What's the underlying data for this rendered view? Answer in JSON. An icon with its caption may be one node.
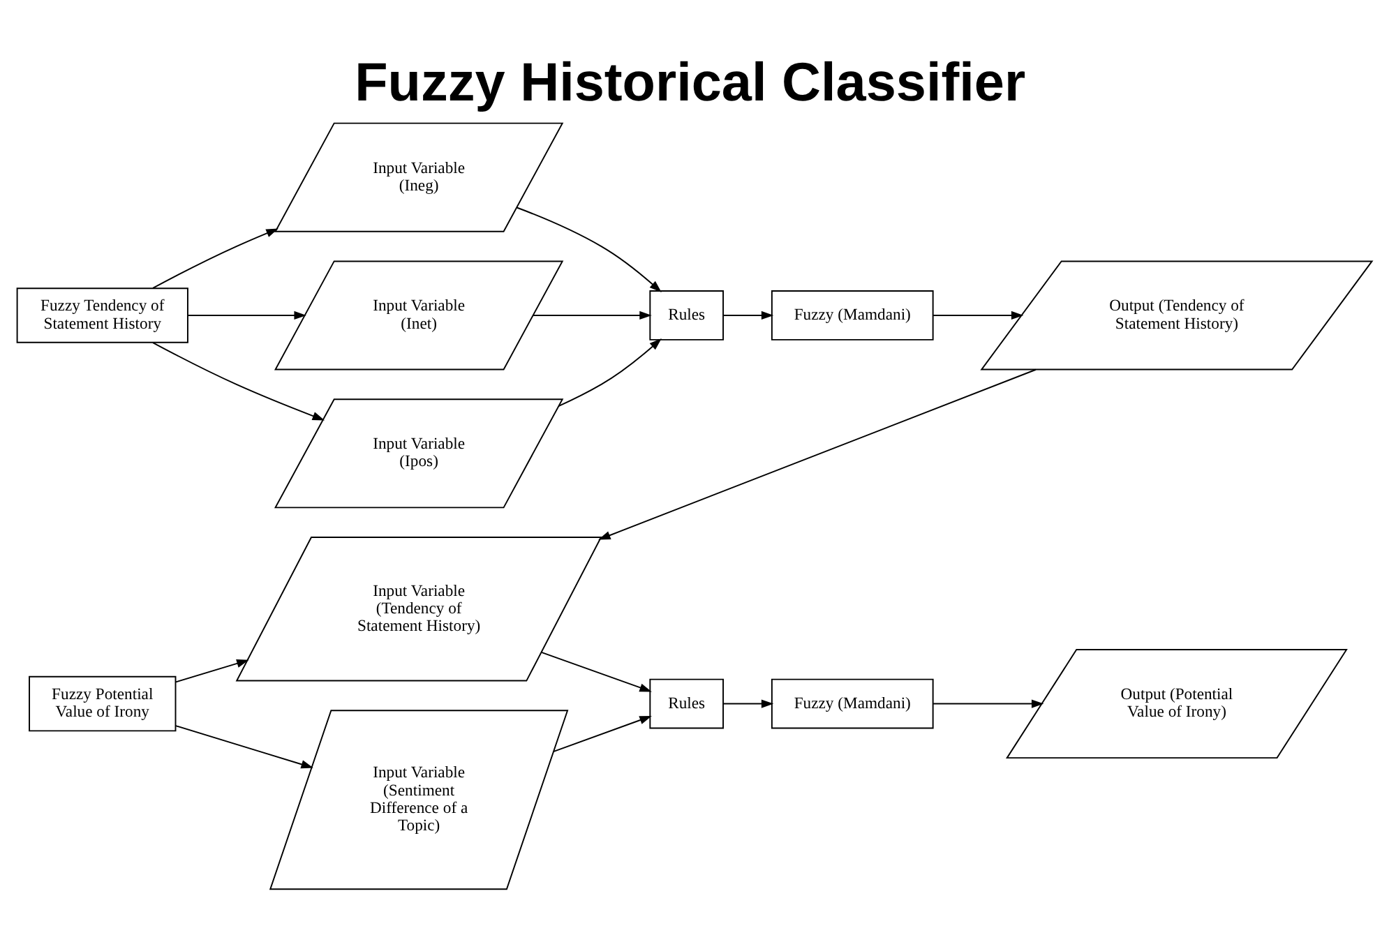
{
  "diagram": {
    "title": "Fuzzy Historical Classifier",
    "nodes": [
      {
        "text": [
          "Fuzzy Tendency of Statement History"
        ]
      },
      {
        "text": [
          "Input Variable (Ineg)"
        ]
      },
      {
        "text": [
          "Input Variable (Inet)"
        ]
      },
      {
        "text": [
          "Input Variable (Ipos)"
        ]
      },
      {
        "text": [
          "Rules"
        ]
      },
      {
        "text": [
          "Fuzzy (Mamdani)"
        ]
      },
      {
        "text": [
          "Output (Tendency of Statement History)"
        ]
      },
      {
        "text": [
          "Fuzzy Potential Value of Irony"
        ]
      },
      {
        "text": [
          "Input Variable (Tendency of Statement History)"
        ]
      },
      {
        "text": [
          "Input Variable (Sentiment Difference of a Topic)"
        ]
      },
      {
        "text": [
          "Rules"
        ]
      },
      {
        "text": [
          "Fuzzy (Mamdani)"
        ]
      },
      {
        "text": [
          "Output (Potential Value of Irony)"
        ]
      }
    ],
    "edges": [
      {
        "from": 0,
        "to": 1,
        "arrow": "to"
      },
      {
        "from": 0,
        "to": 2,
        "arrow": "to"
      },
      {
        "from": 0,
        "to": 3,
        "arrow": "to"
      },
      {
        "from": 1,
        "to": 4,
        "arrow": "to"
      },
      {
        "from": 2,
        "to": 4,
        "arrow": "to"
      },
      {
        "from": 3,
        "to": 4,
        "arrow": "to"
      },
      {
        "from": 4,
        "to": 5,
        "arrow": "to"
      },
      {
        "from": 5,
        "to": 6,
        "arrow": "to"
      },
      {
        "from": 6,
        "to": 8,
        "arrow": "to"
      },
      {
        "from": 7,
        "to": 8,
        "arrow": "to"
      },
      {
        "from": 7,
        "to": 9,
        "arrow": "to"
      },
      {
        "from": 8,
        "to": 10,
        "arrow": "to"
      },
      {
        "from": 9,
        "to": 10,
        "arrow": "to"
      },
      {
        "from": 10,
        "to": 11,
        "arrow": "to"
      },
      {
        "from": 11,
        "to": 12,
        "arrow": "to"
      }
    ]
  }
}
